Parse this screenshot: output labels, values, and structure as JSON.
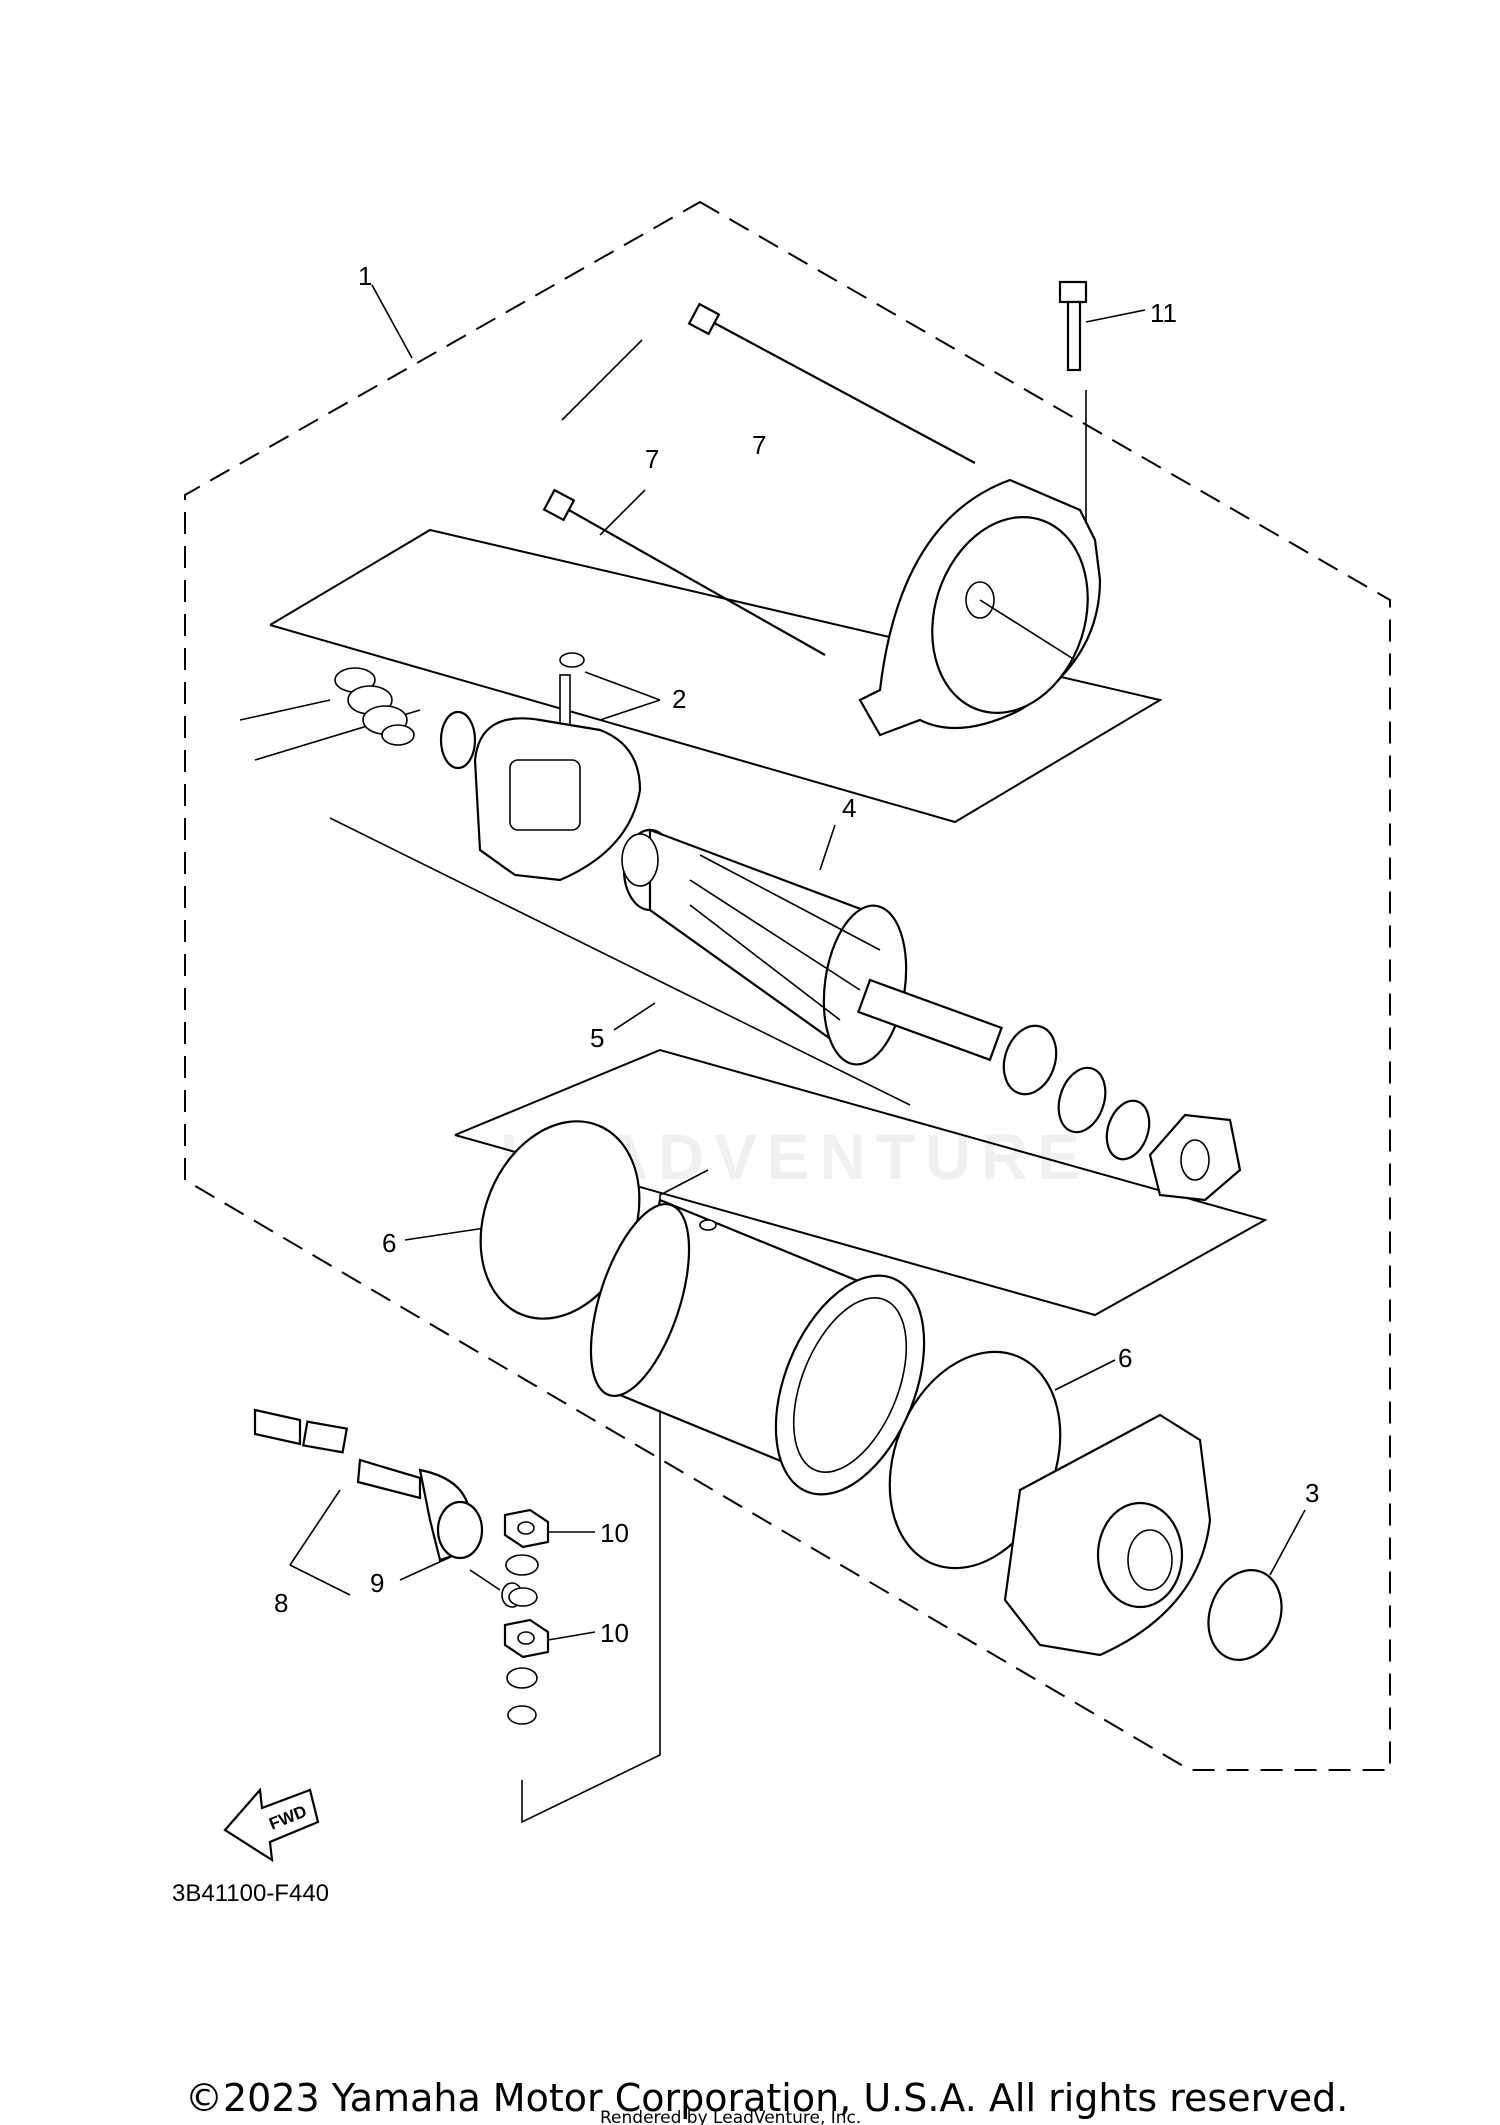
{
  "diagram": {
    "callouts": [
      {
        "id": "1",
        "label": "1"
      },
      {
        "id": "2",
        "label": "2"
      },
      {
        "id": "3",
        "label": "3"
      },
      {
        "id": "4",
        "label": "4"
      },
      {
        "id": "5",
        "label": "5"
      },
      {
        "id": "6a",
        "label": "6"
      },
      {
        "id": "6b",
        "label": "6"
      },
      {
        "id": "7a",
        "label": "7"
      },
      {
        "id": "7b",
        "label": "7"
      },
      {
        "id": "8",
        "label": "8"
      },
      {
        "id": "9",
        "label": "9"
      },
      {
        "id": "10a",
        "label": "10"
      },
      {
        "id": "10b",
        "label": "10"
      },
      {
        "id": "11",
        "label": "11"
      }
    ],
    "fwd_label": "FWD",
    "diagram_code": "3B41100-F440",
    "watermark": "LEADVENTURE"
  },
  "footer": {
    "copyright": "©2023 Yamaha Motor Corporation, U.S.A. All rights reserved.",
    "rendered_by": "Rendered by LeadVenture, Inc."
  }
}
